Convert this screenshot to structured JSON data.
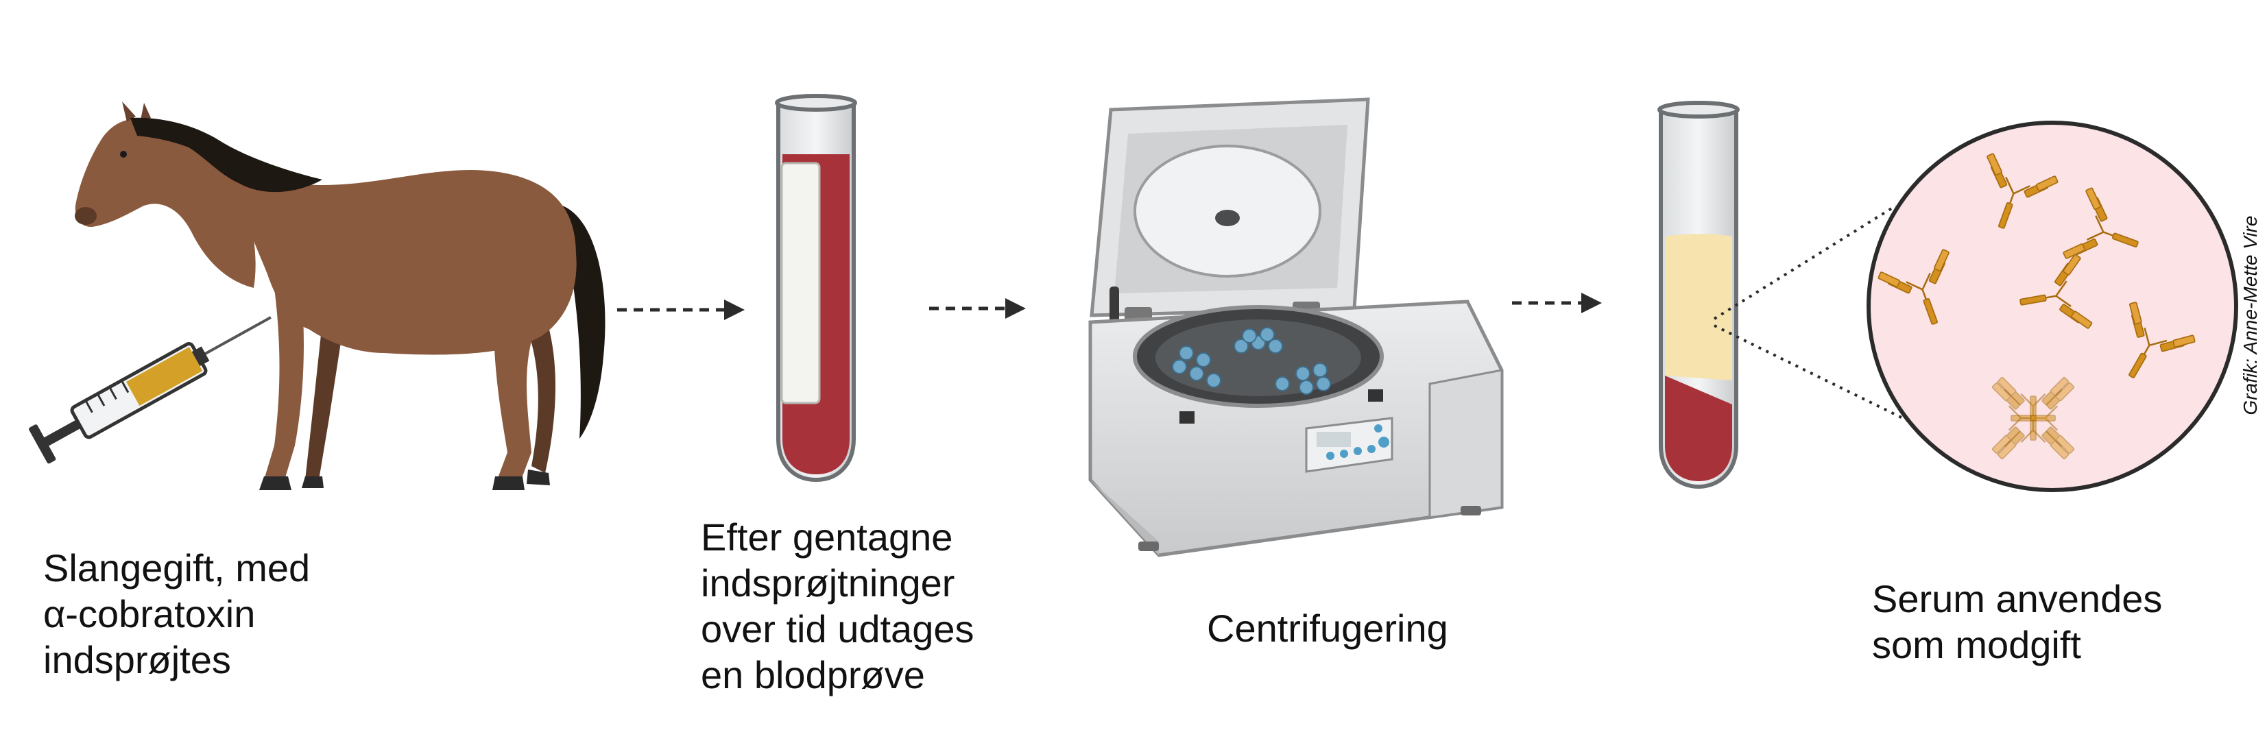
{
  "steps": [
    {
      "id": "horse",
      "caption": [
        "Slangegift, med",
        "α-cobratoxin",
        "indsprøjtes"
      ]
    },
    {
      "id": "blood",
      "caption": [
        "Efter gentagne",
        "indsprøjtninger",
        "over tid udtages",
        "en blodprøve"
      ]
    },
    {
      "id": "centrifuge",
      "caption": [
        "Centrifugering"
      ]
    },
    {
      "id": "serum",
      "caption": [
        "Serum anvendes",
        "som modgift"
      ]
    }
  ],
  "credit": "Grafik: Anne-Mette Vire",
  "colors": {
    "horse_coat": "#8a5a3e",
    "horse_mane": "#1e1812",
    "blood": "#a8323a",
    "serum": "#f6e3ad",
    "antibody": "#d4901e",
    "antibody_outline": "#ef9a3a",
    "magnifier_fill": "#fbe3e6",
    "arrow": "#2b2b2b"
  },
  "icons": [
    "horse-icon",
    "syringe-icon",
    "blood-tube-icon",
    "centrifuge-icon",
    "serum-tube-icon",
    "antibody-icon"
  ]
}
